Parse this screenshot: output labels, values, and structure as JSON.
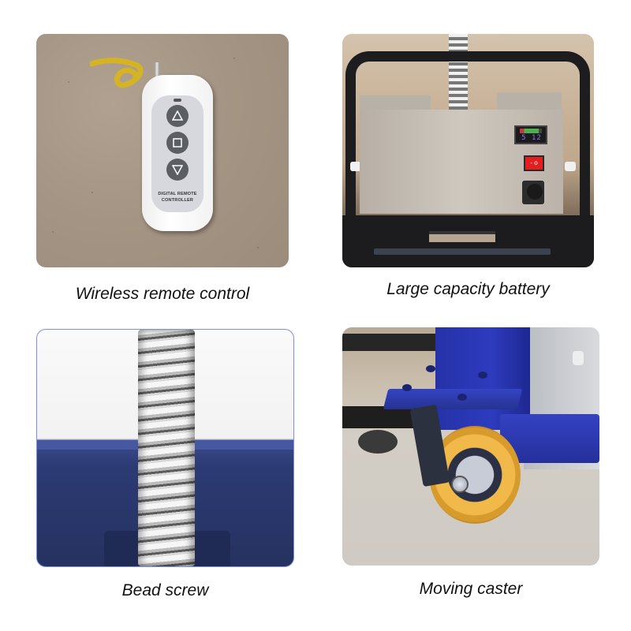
{
  "features": [
    {
      "id": "remote",
      "caption": "Wireless remote control",
      "image": {
        "subject": "white handheld remote on sandy surface with yellow lanyard",
        "buttons": [
          "up-arrow",
          "stop-square",
          "down-arrow"
        ],
        "device_label_line1": "DIGITAL REMOTE",
        "device_label_line2": "CONTROLLER"
      }
    },
    {
      "id": "battery",
      "caption": "Large capacity battery",
      "image": {
        "subject": "stainless steel battery box with voltage meter, red power switch and charging socket",
        "meter_reading": "5 12",
        "switch_label": "- o"
      }
    },
    {
      "id": "screw",
      "caption": "Bead screw",
      "image": {
        "subject": "close-up of threaded steel lifting screw on blue frame"
      }
    },
    {
      "id": "caster",
      "caption": "Moving caster",
      "image": {
        "subject": "yellow polyurethane swivel caster under blue steel frame"
      }
    }
  ],
  "colors": {
    "background": "#ffffff",
    "caption_text": "#111111",
    "panel3_border": "#7f8fe0",
    "frame_blue": "#2d3bbf",
    "wheel_yellow": "#f0b94a",
    "switch_red": "#e21e1e"
  }
}
